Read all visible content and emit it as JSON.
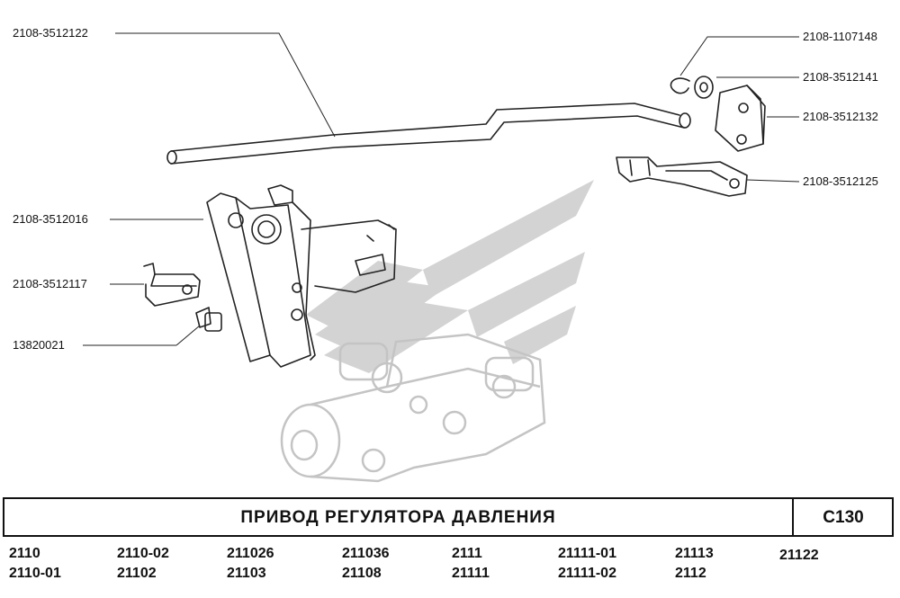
{
  "part_labels": {
    "rod": "2108-3512122",
    "lever_bracket": "2108-3512016",
    "clip": "2108-3512117",
    "bolt": "13820021",
    "retaining_ring": "2108-1107148",
    "washer": "2108-3512141",
    "bushing": "2108-3512132",
    "spring_plate": "2108-3512125"
  },
  "title": "ПРИВОД РЕГУЛЯТОРА ДАВЛЕНИЯ",
  "page_code": "С130",
  "models": [
    "2110",
    "2110-01",
    "2110-02",
    "21102",
    "211026",
    "21103",
    "211036",
    "21108",
    "2111",
    "21111",
    "21111-01",
    "21111-02",
    "21113",
    "2112",
    "21122"
  ],
  "colors": {
    "line": "#222222",
    "watermark": "#d0d0d0",
    "ghost": "#c8c8c8"
  }
}
